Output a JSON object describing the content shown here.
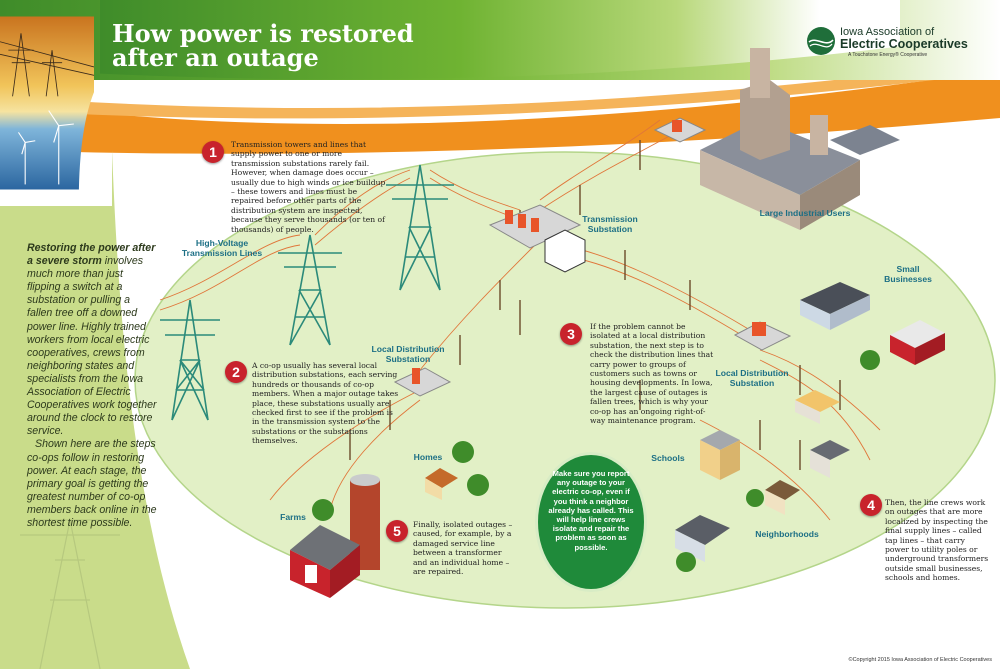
{
  "header": {
    "title_line1": "How power is restored",
    "title_line2": "after an outage"
  },
  "logo": {
    "name_line1": "Iowa Association of",
    "name_line2": "Electric Cooperatives",
    "tagline": "A Touchstone Energy® Cooperative"
  },
  "sidebar": {
    "heading": "Restoring the power after a severe storm",
    "body": "involves much more than just flipping a switch at a substation or pulling a fallen tree off a downed power line. Highly trained workers from local electric cooperatives, crews from neighboring states and specialists from the Iowa Association of Electric Cooperatives work together around the clock to restore service.",
    "body2": "Shown here are the steps co-ops follow in restoring power. At each stage, the primary goal is getting the greatest number of co-op members back online in the shortest time possible."
  },
  "steps": [
    {
      "number": "1",
      "text": "Transmission towers and lines that supply power to one or more transmission substations rarely fail. However, when damage does occur – usually due to high winds or ice buildup – these towers and lines must be repaired before other parts of the distribution system are inspected, because they serve thousands (or ten of thousands) of people."
    },
    {
      "number": "2",
      "text": "A co-op usually has several local distribution substations, each serving hundreds or thousands of co-op members. When a major outage takes place, these substations usually are checked first to see if the problem is in the transmission system to the substations or the substations themselves."
    },
    {
      "number": "3",
      "text": "If the problem cannot be isolated at a local distribution substation, the next step is to check the distribution lines that carry power to groups of customers such as towns or housing developments. In Iowa, the largest cause of outages is fallen trees, which is why your co-op has an ongoing right-of-way maintenance program."
    },
    {
      "number": "4",
      "text": "Then, the line crews work on outages that are more localized by inspecting the final supply lines – called tap lines – that carry power to utility poles or underground transformers outside small businesses, schools and homes."
    },
    {
      "number": "5",
      "text": "Finally, isolated outages – caused, for example, by a damaged service line between a transformer and an individual home – are repaired."
    }
  ],
  "labels": {
    "hv_lines": "High-Voltage Transmission Lines",
    "transmission_substation": "Transmission Substation",
    "industrial": "Large Industrial Users",
    "small_business": "Small Businesses",
    "local_sub_left": "Local Distribution Substation",
    "local_sub_right": "Local Distribution Substation",
    "homes": "Homes",
    "farms": "Farms",
    "schools": "Schools",
    "neighborhoods": "Neighborhoods"
  },
  "callout": "Make sure you report any outage to your electric co-op, even if you think a neighbor already has called. This will help line crews isolate and repair the problem as soon as possible.",
  "copyright": "©Copyright 2015 Iowa Association of Electric Cooperatives",
  "colors": {
    "green_dark": "#3f8c2a",
    "orange": "#f0901e",
    "field": "#e2f0c6",
    "badge_red": "#c8232c",
    "label_teal": "#1c6f85",
    "callout_green": "#1f8a3a"
  }
}
